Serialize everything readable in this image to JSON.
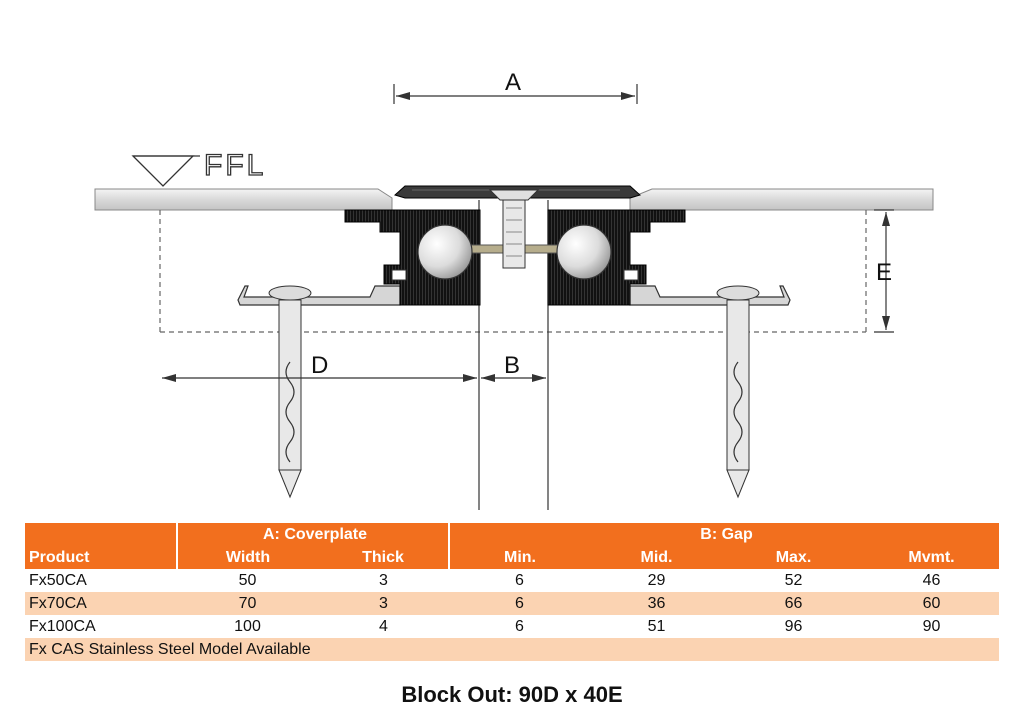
{
  "diagram": {
    "labels": {
      "a": "A",
      "b": "B",
      "d": "D",
      "e": "E",
      "ffl": "FFL"
    }
  },
  "table": {
    "group_header_a": "A: Coverplate",
    "group_header_b": "B: Gap",
    "columns": [
      "Product",
      "Width",
      "Thick",
      "Min.",
      "Mid.",
      "Max.",
      "Mvmt."
    ],
    "rows": [
      [
        "Fx50CA",
        "50",
        "3",
        "6",
        "29",
        "52",
        "46"
      ],
      [
        "Fx70CA",
        "70",
        "3",
        "6",
        "36",
        "66",
        "60"
      ],
      [
        "Fx100CA",
        "100",
        "4",
        "6",
        "51",
        "96",
        "90"
      ]
    ],
    "note": "Fx CAS Stainless Steel Model Available"
  },
  "footer": {
    "block_out": "Block Out: 90D x 40E"
  },
  "colors": {
    "header_bg": "#f26f1e",
    "stripe_bg": "#fbd3b2"
  }
}
